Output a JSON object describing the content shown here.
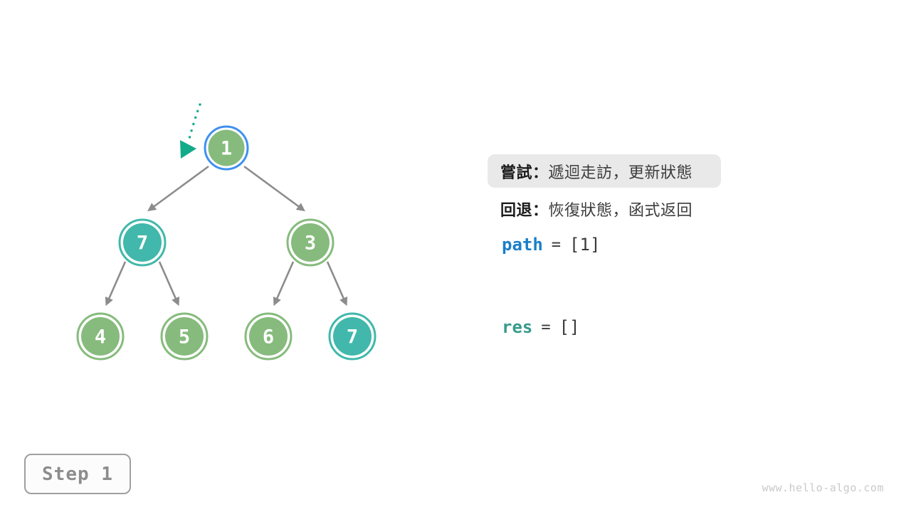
{
  "colors": {
    "node_green": "#86bb7d",
    "node_teal": "#41b8ab",
    "current_ring_blue": "#3f90f0",
    "edge_gray": "#8c8c8c",
    "pointer_teal": "#12ab8a",
    "path_blue": "#1a7fc9",
    "res_teal": "#379b8c",
    "highlight_box_gray": "#e9e9e9"
  },
  "tree": {
    "nodes": [
      {
        "value": "1",
        "state": "current"
      },
      {
        "value": "7",
        "state": "target"
      },
      {
        "value": "3",
        "state": "normal"
      },
      {
        "value": "4",
        "state": "normal"
      },
      {
        "value": "5",
        "state": "normal"
      },
      {
        "value": "6",
        "state": "normal"
      },
      {
        "value": "7",
        "state": "target"
      }
    ],
    "edges": [
      [
        0,
        1
      ],
      [
        0,
        2
      ],
      [
        1,
        3
      ],
      [
        1,
        4
      ],
      [
        2,
        5
      ],
      [
        2,
        6
      ]
    ]
  },
  "panel": {
    "try": {
      "label": "嘗試：",
      "text": "遞迴走訪，更新狀態"
    },
    "back": {
      "label": "回退：",
      "text": "恢復狀態，函式返回"
    },
    "path_var": {
      "name": "path",
      "operator": "=",
      "value": "[1]"
    },
    "res_var": {
      "name": "res",
      "operator": "=",
      "value": "[]"
    }
  },
  "step": {
    "label": "Step 1"
  },
  "footer": {
    "watermark": "www.hello-algo.com"
  }
}
